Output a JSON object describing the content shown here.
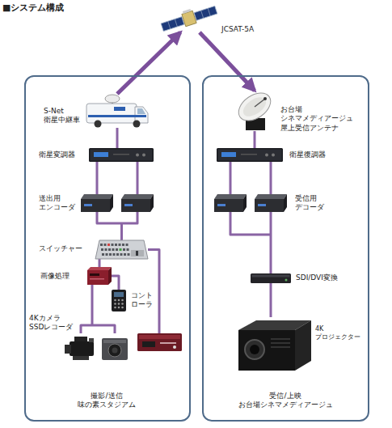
{
  "diagram": {
    "title": "■システム構成",
    "nodes": [
      {
        "text": [
          "JCSAT-5A"
        ]
      },
      {
        "text": [
          "撮影/送信 味の素スタジアム"
        ]
      },
      {
        "text": [
          "S-Net 衛星中継車"
        ],
        "in": 1
      },
      {
        "text": [
          "衛星変調器"
        ],
        "in": 1
      },
      {
        "text": [
          "送出用 エンコーダ"
        ],
        "in": 1
      },
      {
        "text": [
          "スイッチャー"
        ],
        "in": 1
      },
      {
        "text": [
          "画像処理"
        ],
        "in": 1
      },
      {
        "text": [
          "コントローラ"
        ],
        "in": 1
      },
      {
        "text": [
          "4Kカメラ SSDレコーダ"
        ],
        "in": 1
      },
      {
        "text": [
          "受信/上映 お台場シネマメディアージュ"
        ]
      },
      {
        "text": [
          "お台場 シネマメディアージュ 屋上受信アンテナ"
        ],
        "in": 9
      },
      {
        "text": [
          "衛星復調器"
        ],
        "in": 9
      },
      {
        "text": [
          "受信用 デコーダ"
        ],
        "in": 9
      },
      {
        "text": [
          "SDI/DVI変換"
        ],
        "in": 9
      },
      {
        "text": [
          "4K プロジェクター"
        ],
        "in": 9
      }
    ],
    "edges": [
      {
        "from": 2,
        "to": 0,
        "arrow": "to"
      },
      {
        "from": 0,
        "to": 10,
        "arrow": "to"
      },
      {
        "from": 2,
        "to": 3,
        "arrow": "none"
      },
      {
        "from": 3,
        "to": 4,
        "arrow": "none"
      },
      {
        "from": 4,
        "to": 5,
        "arrow": "none"
      },
      {
        "from": 5,
        "to": 6,
        "arrow": "none"
      },
      {
        "from": 6,
        "to": 7,
        "arrow": "none"
      },
      {
        "from": 6,
        "to": 8,
        "arrow": "none"
      },
      {
        "from": 5,
        "to": 8,
        "arrow": "none"
      },
      {
        "from": 10,
        "to": 11,
        "arrow": "none"
      },
      {
        "from": 11,
        "to": 12,
        "arrow": "none"
      },
      {
        "from": 12,
        "to": 13,
        "arrow": "none"
      },
      {
        "from": 13,
        "to": 14,
        "arrow": "none"
      }
    ]
  }
}
